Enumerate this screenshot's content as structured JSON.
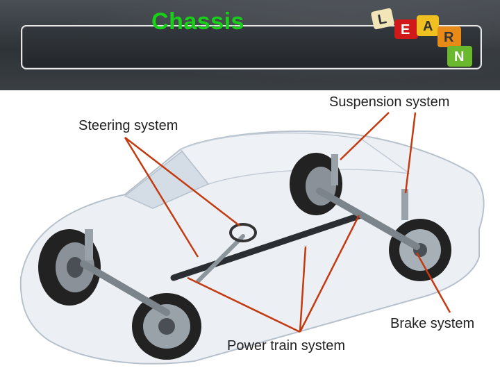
{
  "title": "Chassis",
  "logo": {
    "letters": [
      "L",
      "E",
      "A",
      "R",
      "N"
    ]
  },
  "labels": {
    "suspension": "Suspension system",
    "steering": "Steering system",
    "brake": "Brake system",
    "power_train": "Power train system"
  },
  "colors": {
    "title_text": "#18d018",
    "leader_line": "#c43a10",
    "header_bg": "#2e3338"
  }
}
